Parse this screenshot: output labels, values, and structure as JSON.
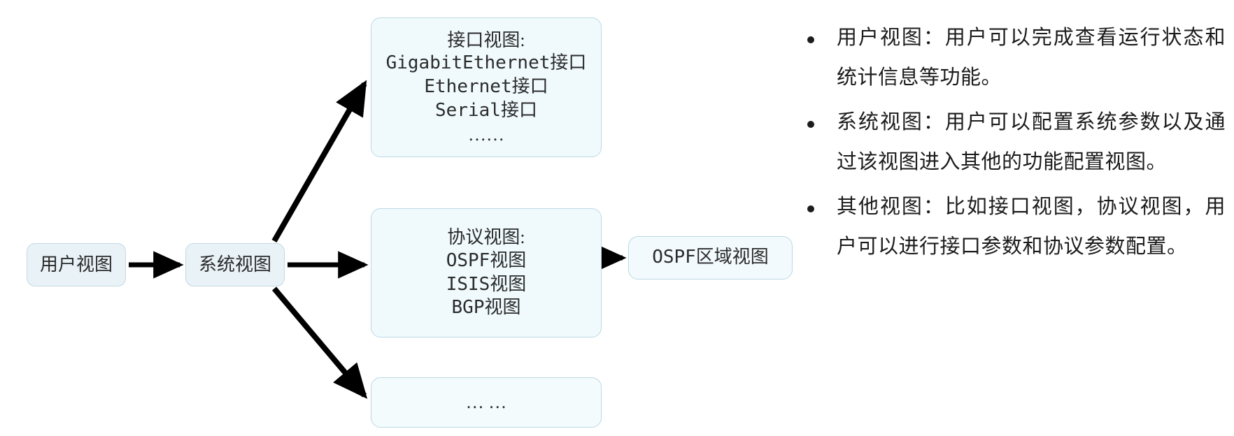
{
  "diagram": {
    "nodes": {
      "user_view": {
        "label": "用户视图"
      },
      "system_view": {
        "label": "系统视图"
      },
      "interface_view": {
        "lines": [
          "接口视图:",
          "GigabitEthernet接口",
          "Ethernet接口",
          "Serial接口",
          "……"
        ]
      },
      "protocol_view": {
        "lines": [
          "协议视图:",
          "OSPF视图",
          "ISIS视图",
          "BGP视图"
        ]
      },
      "more_view": {
        "label": "… …"
      },
      "ospf_area_view": {
        "label": "OSPF区域视图"
      }
    },
    "edges": [
      {
        "from": "user_view",
        "to": "system_view",
        "style": "arrow"
      },
      {
        "from": "system_view",
        "to": "interface_view",
        "style": "arrow"
      },
      {
        "from": "system_view",
        "to": "protocol_view",
        "style": "arrow"
      },
      {
        "from": "system_view",
        "to": "more_view",
        "style": "arrow"
      },
      {
        "from": "protocol_view",
        "to": "ospf_area_view",
        "style": "arrow"
      }
    ],
    "colors": {
      "node_fill": "#f0fafd",
      "node_border": "#bcd9e4",
      "pill_fill": "#e9f2f7",
      "arrow": "#000000",
      "text": "#2b2b2b"
    }
  },
  "bullets": [
    {
      "bullet_glyph": "•",
      "text": "用户视图：用户可以完成查看运行状态和统计信息等功能。"
    },
    {
      "bullet_glyph": "•",
      "text": "系统视图：用户可以配置系统参数以及通过该视图进入其他的功能配置视图。"
    },
    {
      "bullet_glyph": "•",
      "text": "其他视图：比如接口视图，协议视图，用户可以进行接口参数和协议参数配置。"
    }
  ]
}
